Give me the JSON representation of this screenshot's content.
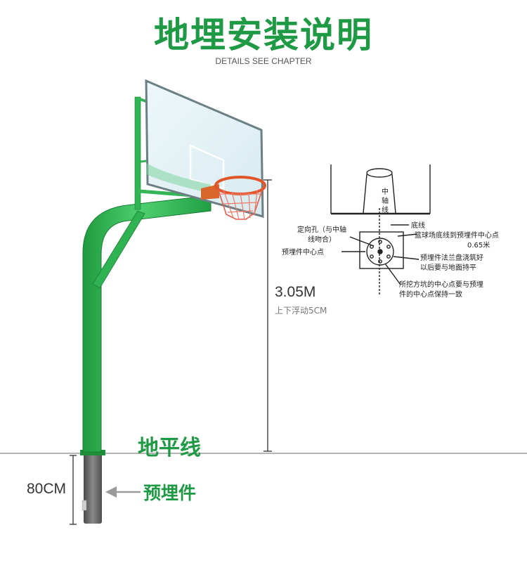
{
  "header": {
    "title": "地埋安装说明",
    "subtitle": "DETAILS SEE CHAPTER"
  },
  "dimensions": {
    "height": "3.05M",
    "tolerance": "上下浮动5CM",
    "ground_line": "地平线",
    "depth": "80CM",
    "embedded_part": "预埋件"
  },
  "sketch": {
    "axis": [
      "中",
      "轴",
      "线"
    ],
    "baseline": "底线",
    "court_distance": "篮球场底线到预埋件中心点",
    "distance_value": "0.65米",
    "orient_hole_1": "定向孔（与中轴",
    "orient_hole_2": "线吻合）",
    "center_point": "预埋件中心点",
    "flange_1": "预埋件法兰盘浇筑好",
    "flange_2": "以后要与地面持平",
    "pit_1": "所挖方坑的中心点要与预埋",
    "pit_2": "件的中心点保持一致"
  },
  "colors": {
    "brand_green": "#1f9a44",
    "pole_green": "#35c25a",
    "embed_gray": "#6f6f6f"
  }
}
